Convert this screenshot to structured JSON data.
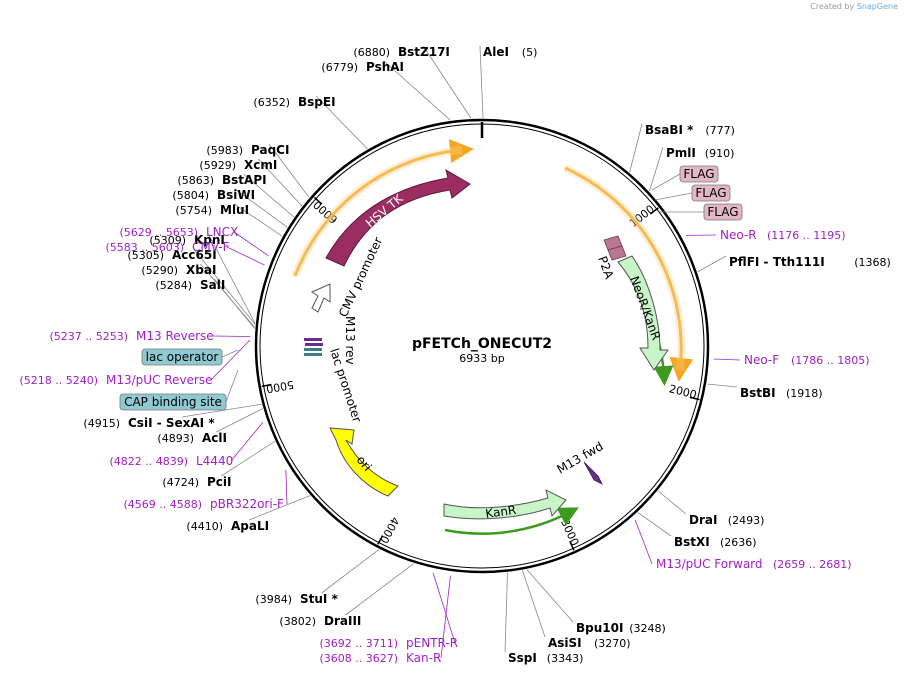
{
  "plasmid": {
    "name": "pFETCh_ONECUT2",
    "size_label": "6933 bp",
    "total_bp": 6933
  },
  "watermark": {
    "prefix": "Created by",
    "brand": "SnapGene"
  },
  "ticks": [
    {
      "bp": 1000,
      "label": "1000"
    },
    {
      "bp": 2000,
      "label": "2000"
    },
    {
      "bp": 3000,
      "label": "3000"
    },
    {
      "bp": 4000,
      "label": "4000"
    },
    {
      "bp": 5000,
      "label": "5000"
    },
    {
      "bp": 6000,
      "label": "6000"
    }
  ],
  "enzymes": [
    {
      "name": "AleI",
      "pos": "(5)",
      "bp": 5
    },
    {
      "name": "BsaBI *",
      "pos": "(777)",
      "bp": 777
    },
    {
      "name": "PmlI",
      "pos": "(910)",
      "bp": 910
    },
    {
      "name": "PflFI  - Tth111I",
      "pos": "(1368)",
      "bp": 1368
    },
    {
      "name": "BstBI",
      "pos": "(1918)",
      "bp": 1918
    },
    {
      "name": "DraI",
      "pos": "(2493)",
      "bp": 2493
    },
    {
      "name": "BstXI",
      "pos": "(2636)",
      "bp": 2636
    },
    {
      "name": "Bpu10I",
      "pos": "(3248)",
      "bp": 3248
    },
    {
      "name": "AsiSI",
      "pos": "(3270)",
      "bp": 3270
    },
    {
      "name": "SspI",
      "pos": "(3343)",
      "bp": 3343
    },
    {
      "name": "StuI *",
      "pos": "(3984)",
      "bp": 3984
    },
    {
      "name": "DraIII",
      "pos": "(3802)",
      "bp": 3802
    },
    {
      "name": "ApaLI",
      "pos": "(4410)",
      "bp": 4410
    },
    {
      "name": "PciI",
      "pos": "(4724)",
      "bp": 4724
    },
    {
      "name": "AclI",
      "pos": "(4893)",
      "bp": 4893
    },
    {
      "name": "CsiI  - SexAI *",
      "pos": "(4915)",
      "bp": 4915
    },
    {
      "name": "SalI",
      "pos": "(5284)",
      "bp": 5284
    },
    {
      "name": "XbaI",
      "pos": "(5290)",
      "bp": 5290
    },
    {
      "name": "Acc65I",
      "pos": "(5305)",
      "bp": 5305
    },
    {
      "name": "KpnI",
      "pos": "(5309)",
      "bp": 5309
    },
    {
      "name": "MluI",
      "pos": "(5754)",
      "bp": 5754
    },
    {
      "name": "BsiWI",
      "pos": "(5804)",
      "bp": 5804
    },
    {
      "name": "BstAPI",
      "pos": "(5863)",
      "bp": 5863
    },
    {
      "name": "XcmI",
      "pos": "(5929)",
      "bp": 5929
    },
    {
      "name": "PaqCI",
      "pos": "(5983)",
      "bp": 5983
    },
    {
      "name": "BspEI",
      "pos": "(6352)",
      "bp": 6352
    },
    {
      "name": "PshAI",
      "pos": "(6779)",
      "bp": 6779
    },
    {
      "name": "BstZ17I",
      "pos": "(6880)",
      "bp": 6880
    }
  ],
  "primers": [
    {
      "name": "Neo-R",
      "range": "(1176 .. 1195)",
      "bp": 1185
    },
    {
      "name": "Neo-F",
      "range": "(1786 .. 1805)",
      "bp": 1795
    },
    {
      "name": "M13/pUC Forward",
      "range": "(2659 .. 2681)",
      "bp": 2670
    },
    {
      "name": "Kan-R",
      "range": "(3608 .. 3627)",
      "bp": 3617
    },
    {
      "name": "pENTR-R",
      "range": "(3692 .. 3711)",
      "bp": 3701
    },
    {
      "name": "pBR322ori-F",
      "range": "(4569 .. 4588)",
      "bp": 4578
    },
    {
      "name": "L4440",
      "range": "(4822 .. 4839)",
      "bp": 4830
    },
    {
      "name": "M13/pUC Reverse",
      "range": "(5218 .. 5240)",
      "bp": 5229
    },
    {
      "name": "M13 Reverse",
      "range": "(5237 .. 5253)",
      "bp": 5245
    },
    {
      "name": "CMV-F",
      "range": "(5583 .. 5603)",
      "bp": 5593
    },
    {
      "name": "LNCX",
      "range": "(5629 .. 5653)",
      "bp": 5641
    }
  ],
  "boxed_features": [
    {
      "name": "FLAG",
      "color": "#e3b6c6"
    },
    {
      "name": "FLAG",
      "color": "#e3b6c6"
    },
    {
      "name": "FLAG",
      "color": "#e3b6c6"
    },
    {
      "name": "lac operator",
      "color": "#8fc9d2"
    },
    {
      "name": "CAP binding site",
      "color": "#8fc9d2"
    }
  ],
  "features": [
    {
      "name": "HSV TK",
      "color": "#9b2d62"
    },
    {
      "name": "NeoR/KanR",
      "color": "#c8f5c8"
    },
    {
      "name": "P2A",
      "color": "#b9788f"
    },
    {
      "name": "KanR",
      "color": "#c8f5c8"
    },
    {
      "name": "ori",
      "color": "#ffff00"
    },
    {
      "name": "CMV promoter",
      "color": "#ffffff"
    },
    {
      "name": "lac promoter",
      "color": "#ffffff"
    },
    {
      "name": "M13 rev",
      "color": "#6a2e8a"
    },
    {
      "name": "M13 fwd",
      "color": "#6a2e8a"
    }
  ],
  "colors": {
    "primer": "#a020c8",
    "orf_arc": "#f5a623",
    "backbone": "#000000"
  }
}
